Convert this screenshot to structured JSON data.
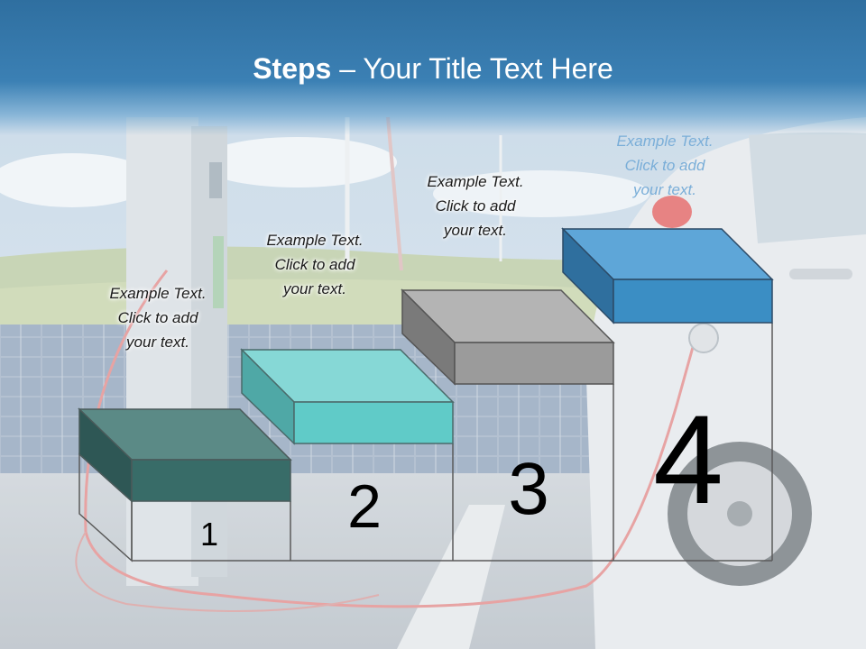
{
  "title": {
    "bold": "Steps",
    "rest": " – Your Title Text Here"
  },
  "steps": [
    {
      "number": "1",
      "caption": [
        "Example Text.",
        "Click  to add",
        "your text."
      ],
      "color": "#3a6e6a"
    },
    {
      "number": "2",
      "caption": [
        "Example Text.",
        "Click  to add",
        "your text."
      ],
      "color": "#5cc8c6"
    },
    {
      "number": "3",
      "caption": [
        "Example Text.",
        "Click  to add",
        "your text."
      ],
      "color": "#a0a0a0"
    },
    {
      "number": "4",
      "caption": [
        "Example Text.",
        "Click  to add",
        "your text."
      ],
      "color": "#3b8ec4"
    }
  ]
}
